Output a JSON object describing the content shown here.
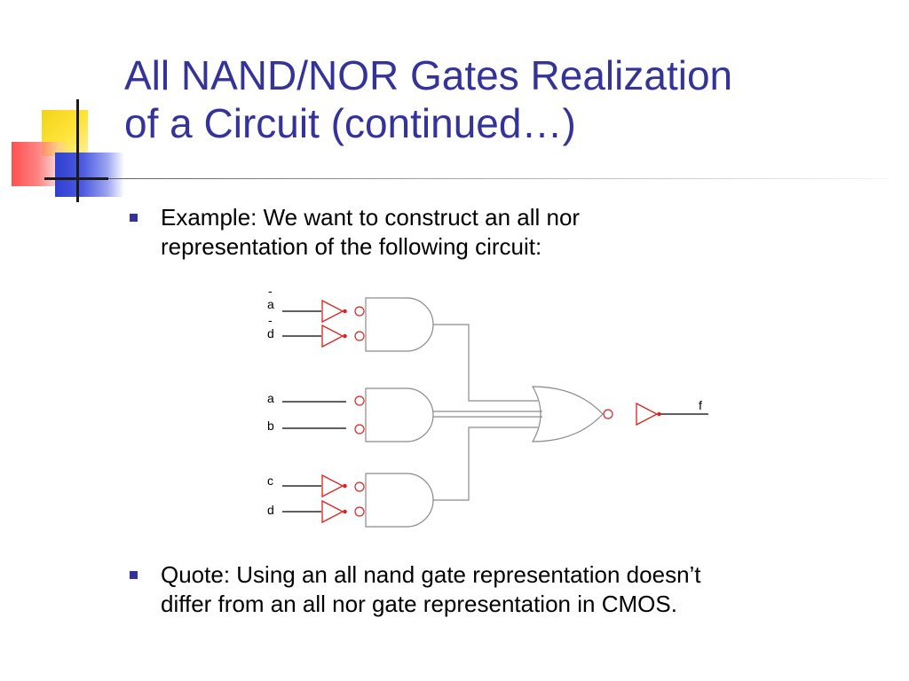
{
  "slide": {
    "title_line1": "All NAND/NOR Gates Realization",
    "title_line2": "of a Circuit (continued…)",
    "bullets": [
      {
        "line1": "Example: We want to construct an all nor",
        "line2": "representation of the following circuit:"
      },
      {
        "line1": "Quote: Using an all nand gate representation doesn’t",
        "line2": "differ from an all nor gate representation in CMOS."
      }
    ]
  },
  "circuit": {
    "inputs": {
      "a_bar": "a",
      "d_bar": "d",
      "a": "a",
      "b": "b",
      "c": "c",
      "d": "d"
    },
    "bar_mark": "-",
    "output": "f"
  },
  "colors": {
    "title": "#33339a",
    "bullet": "#33339a",
    "inverter": "#e02020",
    "gate_outline": "#8a8a8a",
    "wire": "#000000"
  },
  "icons": {
    "decoration": "corner-squares-decoration",
    "bullet": "square-bullet-icon"
  }
}
